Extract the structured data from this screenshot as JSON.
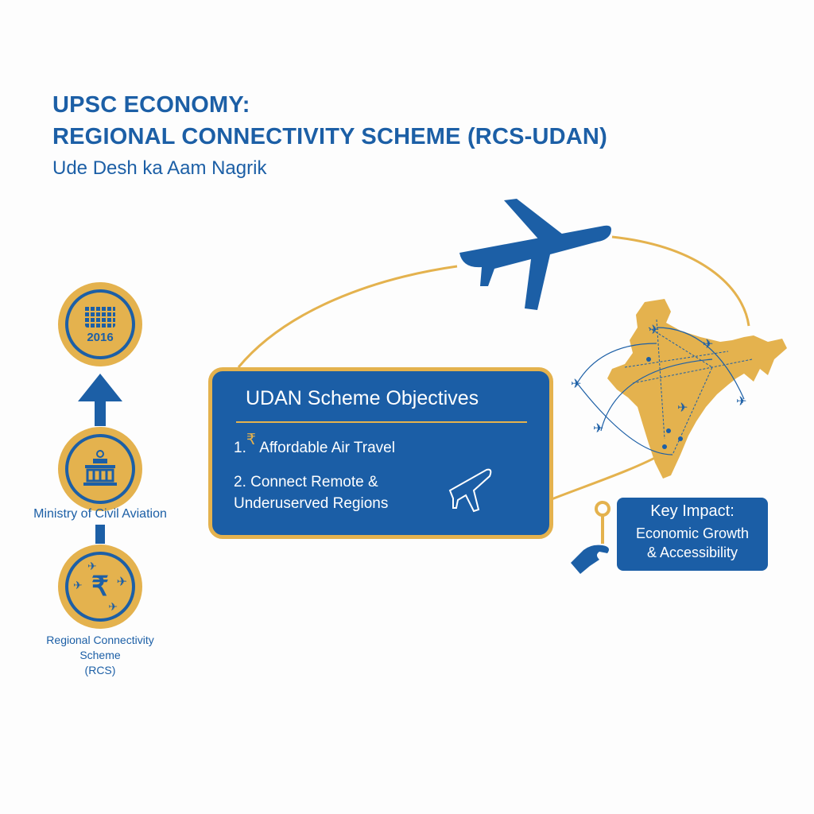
{
  "title": {
    "line1": "UPSC ECONOMY:",
    "line2": "REGIONAL CONNECTIVITY SCHEME (RCS-UDAN)",
    "subtitle": "Ude Desh ka Aam Nagrik"
  },
  "timeline": {
    "year": "2016",
    "ministry_label": "Ministry of Civil Aviation",
    "rcs_label_line1": "Regional Connectivity",
    "rcs_label_line2": "Scheme",
    "rcs_label_line3": "(RCS)",
    "rupee_symbol": "₹"
  },
  "objectives": {
    "heading": "UDAN Scheme Objectives",
    "item1_num": "1.",
    "item1_icon": "₹",
    "item1_text": "Affordable Air Travel",
    "item2_line1": "2.  Connect Remote &",
    "item2_line2": "Underuserved Regions"
  },
  "impact": {
    "heading": "Key Impact:",
    "line1": "Economic Growth",
    "line2": "& Accessibility"
  },
  "colors": {
    "blue": "#1c5fa6",
    "gold": "#e4b24e"
  }
}
